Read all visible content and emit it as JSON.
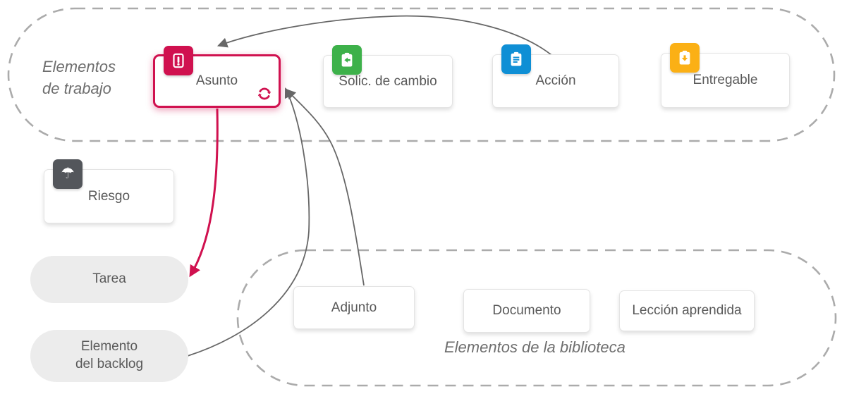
{
  "figure": {
    "groups": {
      "work_items": {
        "label": "Elementos\nde trabajo"
      },
      "library_items": {
        "label": "Elementos de la biblioteca"
      }
    },
    "nodes": {
      "asunto": {
        "label": "Asunto",
        "icon": "issue-icon",
        "badge_icon": "refresh-icon",
        "accent": "#d0114f",
        "highlighted": true
      },
      "solic_cambio": {
        "label": "Solic. de cambio",
        "icon": "change-request-icon",
        "accent": "#3db14a"
      },
      "accion": {
        "label": "Acción",
        "icon": "action-checklist-icon",
        "accent": "#0f8fd5"
      },
      "entregable": {
        "label": "Entregable",
        "icon": "deliverable-icon",
        "accent": "#fbb015"
      },
      "riesgo": {
        "label": "Riesgo",
        "icon": "risk-umbrella-icon",
        "accent": "#53565b"
      },
      "tarea": {
        "label": "Tarea",
        "shape": "pill"
      },
      "elemento_backlog": {
        "label": "Elemento\ndel backlog",
        "shape": "pill"
      },
      "adjunto": {
        "label": "Adjunto"
      },
      "documento": {
        "label": "Documento"
      },
      "leccion_aprendida": {
        "label": "Lección aprendida"
      }
    },
    "connections": [
      {
        "from": "accion",
        "to": "asunto",
        "color": "#676767"
      },
      {
        "from": "asunto",
        "to": "tarea",
        "color": "#d0114f"
      },
      {
        "from": "elemento_backlog",
        "to": "asunto",
        "color": "#676767"
      },
      {
        "from": "adjunto",
        "to": "asunto",
        "color": "#676767"
      }
    ],
    "colors": {
      "highlight_accent": "#d0114f",
      "gray_connector": "#676767",
      "dashed_border": "#ababab",
      "pill_background": "#ececec",
      "card_text": "#595959",
      "group_label_text": "#6e6e6e"
    }
  }
}
